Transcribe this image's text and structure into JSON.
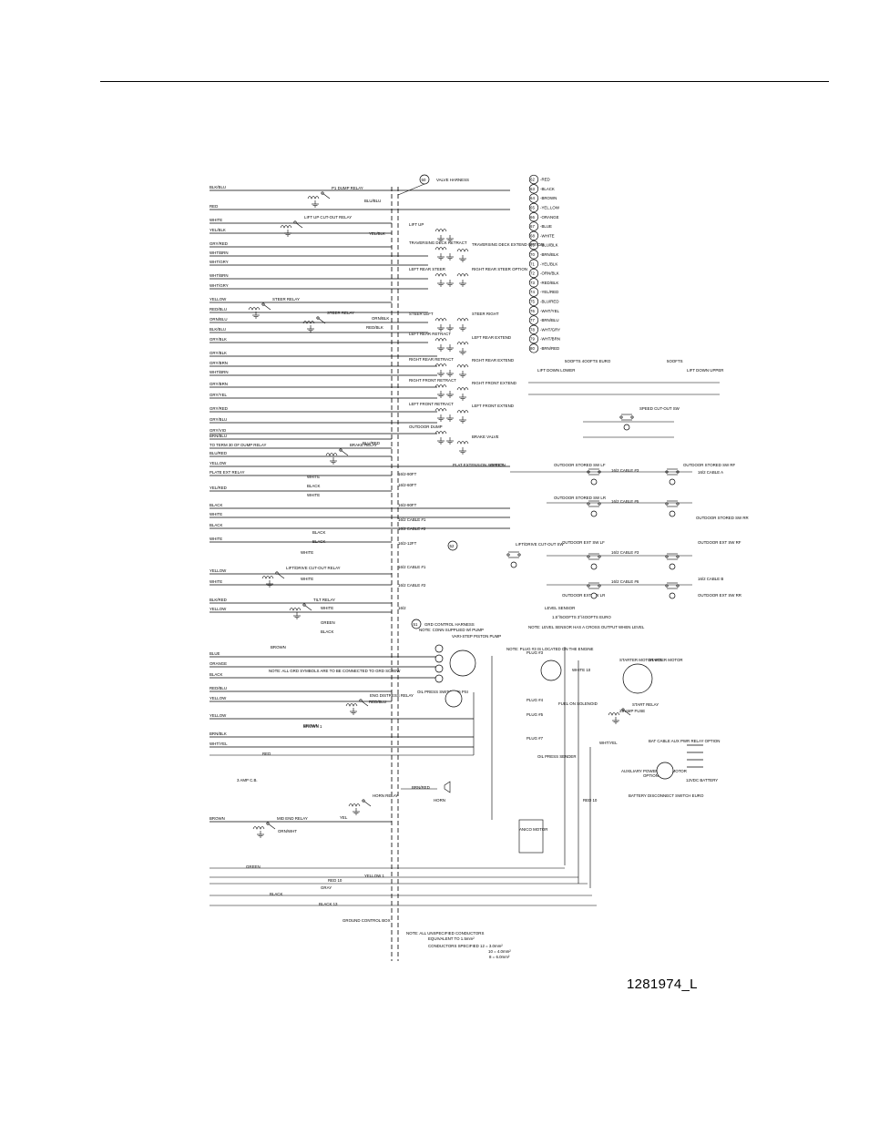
{
  "figure_id": "1281974_L",
  "harness": {
    "valve_harness": {
      "num": "50",
      "title": "VALVE HARNESS"
    },
    "grd_control_harness": {
      "num": "51",
      "title": "GRD CONTROL HARNESS"
    },
    "tag_52": "52"
  },
  "color_legend": [
    {
      "num": "62",
      "label": "-RED"
    },
    {
      "num": "63",
      "label": "-BLACK"
    },
    {
      "num": "64",
      "label": "-BROWN"
    },
    {
      "num": "65",
      "label": "-YEL.LOW"
    },
    {
      "num": "66",
      "label": "-ORANGE"
    },
    {
      "num": "67",
      "label": "-BLUE"
    },
    {
      "num": "68",
      "label": "-WHITE"
    },
    {
      "num": "69",
      "label": "-BLU/BLK"
    },
    {
      "num": "70",
      "label": "-BRN/BLK"
    },
    {
      "num": "71",
      "label": "-YEL/BLK"
    },
    {
      "num": "72",
      "label": "-ORN/BLK"
    },
    {
      "num": "73",
      "label": "-RED/BLK"
    },
    {
      "num": "74",
      "label": "-YEL/RED"
    },
    {
      "num": "75",
      "label": "-BLU/RED"
    },
    {
      "num": "76",
      "label": "-WHT/YEL"
    },
    {
      "num": "77",
      "label": "-BRN/BLU"
    },
    {
      "num": "78",
      "label": "-WHT/GRY"
    },
    {
      "num": "79",
      "label": "-WHT/BRN"
    },
    {
      "num": "80",
      "label": "-BRN/RED"
    }
  ],
  "left_wires": [
    {
      "label": "BLK/BLU"
    },
    {
      "label": "RED"
    },
    {
      "label": "WHITE"
    },
    {
      "label": "YEL/BLK"
    },
    {
      "label": "GRY/RED"
    },
    {
      "label": "WHT/BRN"
    },
    {
      "label": "WHT/GRY"
    },
    {
      "label": "WHT/BRN"
    },
    {
      "label": "WHT/GRY"
    },
    {
      "label": "YELLOW"
    },
    {
      "label": "RED/BLU"
    },
    {
      "label": "ORN/BLU"
    },
    {
      "label": "BLK/BLU"
    },
    {
      "label": "GRY/BLK"
    },
    {
      "label": "GRY/BLK"
    },
    {
      "label": "GRY/BRN"
    },
    {
      "label": "WHT/BRN"
    },
    {
      "label": "GRY/BRN"
    },
    {
      "label": "GRY/YEL"
    },
    {
      "label": "GRY/RED"
    },
    {
      "label": "GRY/BLU"
    },
    {
      "label": "GRY/VIO"
    },
    {
      "label": "BRN/BLU"
    },
    {
      "label": "TO TERM 30 OF DUMP RELAY"
    },
    {
      "label": "BLU/RED"
    },
    {
      "label": "YELLOW"
    },
    {
      "label": "PLATE EXT RELAY"
    },
    {
      "label": "YEL/RED"
    },
    {
      "label": "BLACK"
    },
    {
      "label": "WHITE"
    },
    {
      "label": "BLACK"
    },
    {
      "label": "WHITE"
    },
    {
      "label": "YELLOW"
    },
    {
      "label": "WHITE"
    },
    {
      "label": "BLK/RED"
    },
    {
      "label": "YELLOW"
    },
    {
      "label": "BLUE"
    },
    {
      "label": "ORANGE"
    },
    {
      "label": "BLACK"
    },
    {
      "label": "RED/BLU"
    },
    {
      "label": "YELLOW"
    },
    {
      "label": "YELLOW"
    },
    {
      "label": "BRN/BLK"
    },
    {
      "label": "WHT/YEL"
    },
    {
      "label": "BROWN"
    }
  ],
  "relays": [
    {
      "label": "P1 DUMP RELAY"
    },
    {
      "label": "LIFT UP CUT-OUT RELAY"
    },
    {
      "label": "STEER RELAY"
    },
    {
      "label": "STEER RELAY"
    },
    {
      "label": "BRAKE RELAY"
    },
    {
      "label": "LIFT/DRIVE CUT-OUT RELAY"
    },
    {
      "label": "TILT RELAY"
    },
    {
      "label": "ENG DISTRESS RELAY"
    },
    {
      "label": "HORN RELAY"
    },
    {
      "label": "MID END RELAY"
    },
    {
      "label": "START RELAY"
    }
  ],
  "valves_left": [
    {
      "label": "LIFT UP"
    },
    {
      "label": "TRAVERSING DECK RETRACT"
    },
    {
      "label": "LEFT REAR STEER"
    },
    {
      "label": "STEER LEFT"
    },
    {
      "label": "LEFT REAR RETRACT"
    },
    {
      "label": "RIGHT REAR RETRACT"
    },
    {
      "label": "RIGHT FRONT RETRACT"
    },
    {
      "label": "LEFT FRONT RETRACT"
    },
    {
      "label": "OUTDOOR DUMP"
    }
  ],
  "valves_right": [
    {
      "label": "TRAVERSING DECK EXTEND OPTION"
    },
    {
      "label": "RIGHT REAR STEER OPTION"
    },
    {
      "label": "STEER RIGHT"
    },
    {
      "label": "LEFT REAR EXTEND"
    },
    {
      "label": "RIGHT REAR EXTEND"
    },
    {
      "label": "RIGHT FRONT EXTEND"
    },
    {
      "label": "LEFT FRONT EXTEND"
    },
    {
      "label": "BRAKE VALVE"
    }
  ],
  "harness_wires": [
    {
      "label": "BLU/BLU"
    },
    {
      "label": "YEL/BLK"
    },
    {
      "label": "ORN/BLK"
    },
    {
      "label": "RED/BLK"
    },
    {
      "label": "BLU/RED"
    },
    {
      "label": "WHITE"
    },
    {
      "label": "BLACK"
    },
    {
      "label": "WHITE"
    },
    {
      "label": "BLACK"
    },
    {
      "label": "BLACK"
    },
    {
      "label": "WHITE"
    },
    {
      "label": "WHITE"
    },
    {
      "label": "WHITE"
    },
    {
      "label": "GREEN"
    },
    {
      "label": "BLACK"
    },
    {
      "label": "BROWN"
    },
    {
      "label": "RED"
    },
    {
      "label": "BROWN"
    },
    {
      "label": "ORN/WHT"
    },
    {
      "label": "GREEN"
    },
    {
      "label": "YELLOW 1"
    },
    {
      "label": "RED 10"
    },
    {
      "label": "GRAY"
    },
    {
      "label": "BLACK"
    },
    {
      "label": "BLACK 13"
    },
    {
      "label": "BROWN 1"
    },
    {
      "label": "RED/BLU"
    },
    {
      "label": "YEL"
    },
    {
      "label": "BRN/RED"
    },
    {
      "label": "WHITE 10"
    },
    {
      "label": "RED 10"
    },
    {
      "label": "WHT/YEL"
    }
  ],
  "cables": [
    {
      "label": "16/2-90FT"
    },
    {
      "label": "16/2-60FT"
    },
    {
      "label": "16/2-90FT"
    },
    {
      "label": "16/2 CABLE #1"
    },
    {
      "label": "16/2 CABLE #2"
    },
    {
      "label": "16/2-12FT"
    },
    {
      "label": "16/2 CABLE #1"
    },
    {
      "label": "16/2 CABLE #2"
    },
    {
      "label": "16/2"
    },
    {
      "label": "16/2 CABLE #3"
    },
    {
      "label": "16/2 CABLE #5"
    },
    {
      "label": "16/2 CABLE #3"
    },
    {
      "label": "16/2 CABLE #6"
    },
    {
      "label": "16/2 CABLE A"
    },
    {
      "label": "16/2 CABLE B"
    }
  ],
  "switches": [
    {
      "label": "PLAT EXTENSION SELECT"
    },
    {
      "label": "OPTION"
    },
    {
      "label": "LIFT DOWN LOWER"
    },
    {
      "label": "5OOFTS 4OOFTS EURO"
    },
    {
      "label": "5OOFTS"
    },
    {
      "label": "LIFT DOWN UPPER"
    },
    {
      "label": "SPEED CUT-OUT SW"
    },
    {
      "label": "OUTDOOR STORED SW LF"
    },
    {
      "label": "OUTDOOR STORED SW RF"
    },
    {
      "label": "OUTDOOR STORED SW LR"
    },
    {
      "label": "OUTDOOR STORED SW RR"
    },
    {
      "label": "LIFT/DRIVE CUT-OUT SW"
    },
    {
      "label": "OUTDOOR EXT SW LF"
    },
    {
      "label": "OUTDOOR EXT SW RF"
    },
    {
      "label": "OUTDOOR EXT SW LR"
    },
    {
      "label": "OUTDOOR EXT SW RR"
    },
    {
      "label": "LEVEL SENSOR"
    },
    {
      "label": "1.5°/5OOFTS 3°/4OOFTS EURO"
    },
    {
      "label": "NOTE: LEVEL SENSOR HAS A CROSS OUTPUT WHEN LEVEL"
    }
  ],
  "components": [
    {
      "label": "NOTE: CONN SUPPLIED W/ PUMP"
    },
    {
      "label": "VARI-STEP PISTON PUMP"
    },
    {
      "label": "OIL PRESS SWITCH 45 PSI"
    },
    {
      "label": "HORN"
    },
    {
      "label": "3 AMP C.B."
    },
    {
      "label": "ANICO MOTOR"
    },
    {
      "label": "NOTE: PLUG #3 IS LOCATED ON THE ENGINE"
    },
    {
      "label": "PLUG #3"
    },
    {
      "label": "PLUG #4"
    },
    {
      "label": "PLUG #5"
    },
    {
      "label": "PLUG #7"
    },
    {
      "label": "FUEL ON SOLENOID"
    },
    {
      "label": "OIL PRESS SENDER"
    },
    {
      "label": "STARTER MOTOR SOL"
    },
    {
      "label": "STARTER MOTOR"
    },
    {
      "label": "BAT CABLE AUX PWR RELAY OPTION"
    },
    {
      "label": "25 AMP FUSE"
    },
    {
      "label": "AUXILIARY POWER PUMP MOTOR"
    },
    {
      "label": "OPTION"
    },
    {
      "label": "12VDC BATTERY"
    },
    {
      "label": "BATTERY DISCONNECT SWITCH EURO"
    },
    {
      "label": "NOTE: ALL GRD SYMBOLS ARE TO BE CONNECTED TO GRD SCREW"
    },
    {
      "label": "GROUND CONTROL BOX"
    }
  ],
  "note_conductors": {
    "line1": "NOTE: ALL UNSPECIFIED CONDUCTORS",
    "line2": "EQUIVALENT TO 1.5mm²",
    "line3": "CONDUCTORS SPECIFIED 12 = 3.0mm²",
    "line4": "10 = 4.0mm²",
    "line5": "8 = 6.0mm²"
  }
}
